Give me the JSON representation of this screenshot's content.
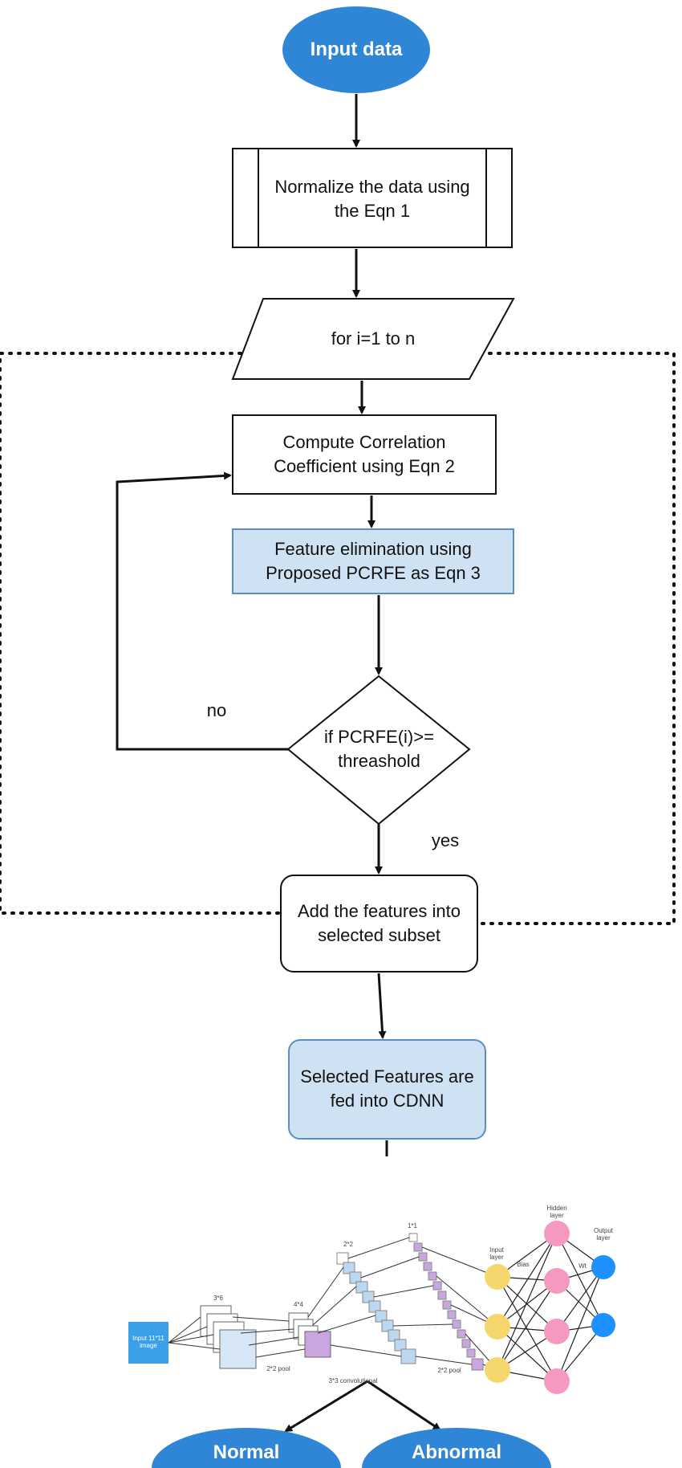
{
  "nodes": {
    "input": "Input data",
    "normalize": "Normalize the data using the Eqn 1",
    "loop": "for i=1 to n",
    "correlation": "Compute Correlation Coefficient using Eqn 2",
    "elimination": "Feature elimination using Proposed PCRFE as Eqn 3",
    "decision": "if PCRFE(i)>= threashold",
    "add": "Add the features into selected subset",
    "cdnn": "Selected Features are fed into CDNN",
    "normal": "Normal",
    "abnormal": "Abnormal"
  },
  "edges": {
    "no": "no",
    "yes": "yes"
  },
  "cnn": {
    "input_image": "Input 11*11 image",
    "k_3_6": "3*6",
    "k_4_4": "4*4",
    "k_2_2_top": "2*2",
    "k_1_1": "1*1",
    "pool_a": "2*2 pool",
    "conv_3_3": "3*3 convolutional",
    "pool_b": "2*2 pool",
    "input_layer": "Input layer",
    "bias": "Bias",
    "hidden_layer": "Hidden layer",
    "wt": "Wt",
    "output_layer": "Output layer"
  },
  "colors": {
    "oval": "#2f86d6",
    "light_box": "#cfe2f3",
    "box_border": "#5a8fc4",
    "input_neuron": "#f5d76e",
    "hidden_neuron": "#f49ac1",
    "output_neuron": "#1e90ff",
    "cnn_input": "#3aa0e8"
  }
}
